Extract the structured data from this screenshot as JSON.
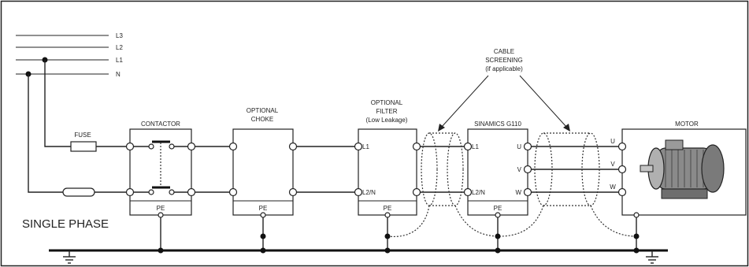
{
  "lines": {
    "l3": "L3",
    "l2": "L2",
    "l1": "L1",
    "n": "N"
  },
  "fuse_label": "FUSE",
  "contactor_label": "CONTACTOR",
  "choke_label_1": "OPTIONAL",
  "choke_label_2": "CHOKE",
  "filter_label_1": "OPTIONAL",
  "filter_label_2": "FILTER",
  "filter_label_3": "(Low Leakage)",
  "screening_label_1": "CABLE",
  "screening_label_2": "SCREENING",
  "screening_label_3": "(if applicable)",
  "inverter_label": "SINAMICS G110",
  "motor_label": "MOTOR",
  "single_phase_label": "SINGLE PHASE",
  "pe_label": "PE",
  "filter_terminals": {
    "l1": "L1",
    "l2n": "L2/N"
  },
  "inverter_terminals": {
    "l1": "L1",
    "l2n": "L2/N",
    "u": "U",
    "v": "V",
    "w": "W"
  },
  "motor_phases": {
    "u": "U",
    "v": "V",
    "w": "W"
  },
  "colors": {
    "ink": "#222222",
    "background": "#ffffff"
  }
}
